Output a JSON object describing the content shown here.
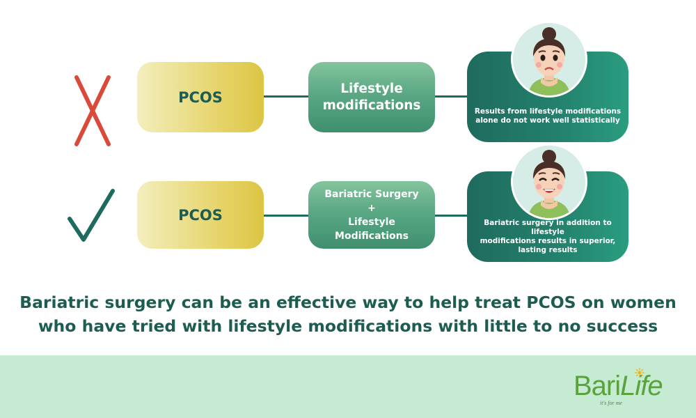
{
  "rows": [
    {
      "status": "incorrect",
      "status_icon": "x-mark-icon",
      "status_color": "#d94a3a",
      "condition": "PCOS",
      "treatment": [
        "Lifestyle",
        "modifications"
      ],
      "result": [
        "Results from lifestyle modifications",
        "alone do not work well statistically"
      ],
      "face": "sad-woman-face"
    },
    {
      "status": "correct",
      "status_icon": "check-mark-icon",
      "status_color": "#1d6b5e",
      "condition": "PCOS",
      "treatment": [
        "Bariatric Surgery",
        "+",
        "Lifestyle",
        "Modifications"
      ],
      "result": [
        "Bariatric surgery in addition to lifestyle",
        "modifications results in superior,",
        "lasting results"
      ],
      "face": "happy-woman-face"
    }
  ],
  "statement": [
    "Bariatric surgery can be an effective way to help treat PCOS on women",
    "who have tried with lifestyle modifications with little to no success"
  ],
  "logo": {
    "brand_a": "Bari",
    "brand_b": "Life",
    "tagline": "it's for me",
    "color": "#5aa23b",
    "sun_icon": "sun-icon"
  },
  "colors": {
    "primary_teal": "#1d5c51",
    "footer_green": "#c5ecd2"
  }
}
